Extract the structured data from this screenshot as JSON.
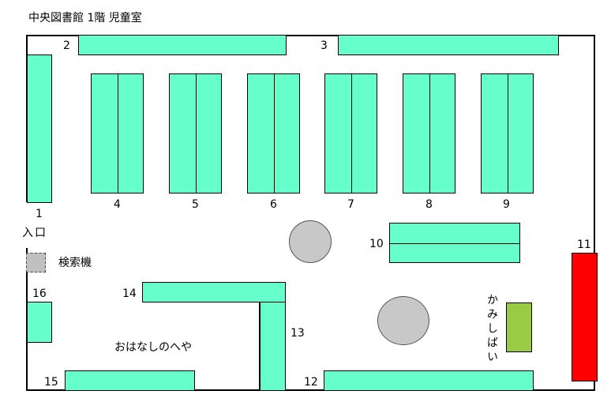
{
  "title": "中央図書館 1階 児童室",
  "shelves": {
    "s1": "1",
    "s2": "2",
    "s3": "3",
    "s4": "4",
    "s5": "5",
    "s6": "6",
    "s7": "7",
    "s8": "8",
    "s9": "9",
    "s10": "10",
    "s11": "11",
    "s12": "12",
    "s13": "13",
    "s14": "14",
    "s15": "15",
    "s16": "16"
  },
  "entrance": "入口",
  "search_terminal": "検索機",
  "storytelling_room": "おはなしのへや",
  "kamishibai": "かみしばい",
  "colors": {
    "shelf": "#66ffcc",
    "red_shelf": "#ff0000",
    "kamishibai_box": "#99cc44",
    "table": "#c8c8c8"
  }
}
